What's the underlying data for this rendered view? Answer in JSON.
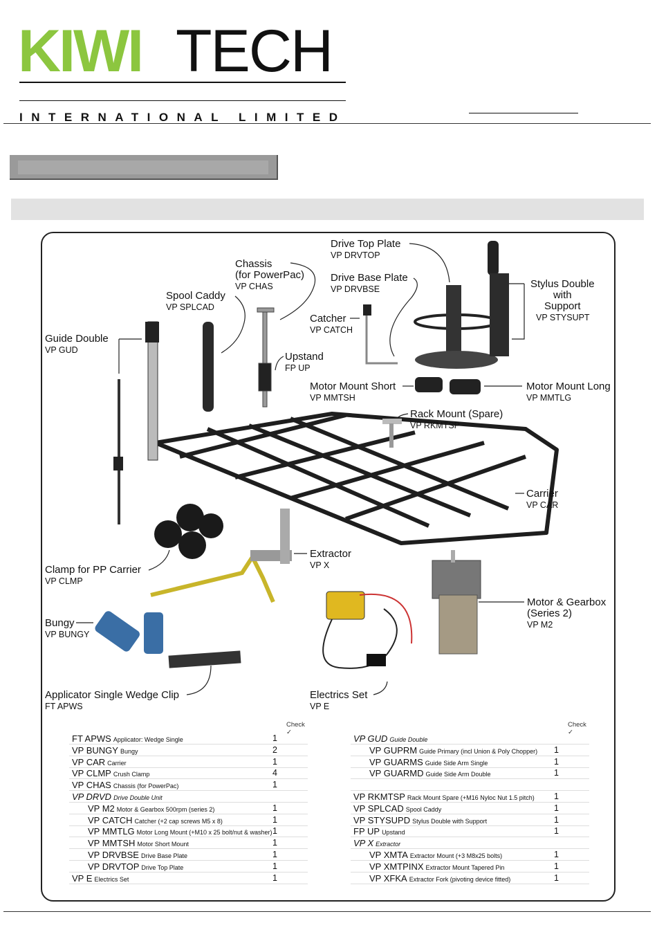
{
  "brand": {
    "logo_left": "KIWI",
    "logo_right": "TECH",
    "subtitle": "INTERNATIONAL LIMITED"
  },
  "parts": [
    {
      "id": "gud",
      "name": "Guide Double",
      "code": "VP GUD"
    },
    {
      "id": "splcad",
      "name": "Spool Caddy",
      "code": "VP SPLCAD"
    },
    {
      "id": "chas",
      "name": "Chassis\n(for PowerPac)",
      "code": "VP CHAS"
    },
    {
      "id": "drvtop",
      "name": "Drive Top Plate",
      "code": "VP DRVTOP"
    },
    {
      "id": "drvbse",
      "name": "Drive Base Plate",
      "code": "VP DRVBSE"
    },
    {
      "id": "stysupt",
      "name": "Stylus Double\nwith\nSupport",
      "code": "VP STYSUPT"
    },
    {
      "id": "catch",
      "name": "Catcher",
      "code": "VP CATCH"
    },
    {
      "id": "up",
      "name": "Upstand",
      "code": "FP UP"
    },
    {
      "id": "mmtsh",
      "name": "Motor Mount Short",
      "code": "VP MMTSH"
    },
    {
      "id": "mmtlg",
      "name": "Motor Mount Long",
      "code": "VP MMTLG"
    },
    {
      "id": "rkmtsp",
      "name": "Rack Mount (Spare)",
      "code": "VP RKMTSP"
    },
    {
      "id": "car",
      "name": "Carrier",
      "code": "VP CAR"
    },
    {
      "id": "x",
      "name": "Extractor",
      "code": "VP X"
    },
    {
      "id": "clmp",
      "name": "Clamp for PP Carrier",
      "code": "VP CLMP"
    },
    {
      "id": "m2",
      "name": "Motor & Gearbox\n(Series 2)",
      "code": "VP M2"
    },
    {
      "id": "bungy",
      "name": "Bungy",
      "code": "VP BUNGY"
    },
    {
      "id": "apws",
      "name": "Applicator Single Wedge Clip",
      "code": "FT APWS"
    },
    {
      "id": "e",
      "name": "Electrics Set",
      "code": "VP E"
    }
  ],
  "check_label": "Check ✓",
  "table_left": [
    {
      "code": "FT APWS",
      "desc": "Applicator: Wedge Single",
      "qty": "1",
      "indent": false,
      "group": false
    },
    {
      "code": "VP BUNGY",
      "desc": "Bungy",
      "qty": "2",
      "indent": false,
      "group": false
    },
    {
      "code": "VP CAR",
      "desc": "Carrier",
      "qty": "1",
      "indent": false,
      "group": false
    },
    {
      "code": "VP CLMP",
      "desc": "Crush Clamp",
      "qty": "4",
      "indent": false,
      "group": false
    },
    {
      "code": "VP CHAS",
      "desc": "Chassis (for PowerPac)",
      "qty": "1",
      "indent": false,
      "group": false
    },
    {
      "code": "VP DRVD",
      "desc": "Drive Double Unit",
      "qty": "",
      "indent": false,
      "group": true
    },
    {
      "code": "VP M2",
      "desc": "Motor & Gearbox 500rpm (series 2)",
      "qty": "1",
      "indent": true,
      "group": false
    },
    {
      "code": "VP CATCH",
      "desc": "Catcher (+2 cap screws M5 x 8)",
      "qty": "1",
      "indent": true,
      "group": false
    },
    {
      "code": "VP MMTLG",
      "desc": "Motor Long Mount (+M10 x 25 bolt/nut & washer)",
      "qty": "1",
      "indent": true,
      "group": false
    },
    {
      "code": "VP MMTSH",
      "desc": "Motor Short Mount",
      "qty": "1",
      "indent": true,
      "group": false
    },
    {
      "code": "VP DRVBSE",
      "desc": "Drive Base Plate",
      "qty": "1",
      "indent": true,
      "group": false
    },
    {
      "code": "VP DRVTOP",
      "desc": "Drive Top Plate",
      "qty": "1",
      "indent": true,
      "group": false
    },
    {
      "code": "VP E",
      "desc": "Electrics Set",
      "qty": "1",
      "indent": false,
      "group": false
    }
  ],
  "table_right": [
    {
      "code": "VP GUD",
      "desc": "Guide Double",
      "qty": "",
      "indent": false,
      "group": true
    },
    {
      "code": "VP GUPRM",
      "desc": "Guide Primary (incl Union & Poly Chopper)",
      "qty": "1",
      "indent": true,
      "group": false
    },
    {
      "code": "VP GUARMS",
      "desc": "Guide Side Arm Single",
      "qty": "1",
      "indent": true,
      "group": false
    },
    {
      "code": "VP GUARMD",
      "desc": "Guide Side Arm Double",
      "qty": "1",
      "indent": true,
      "group": false
    },
    {
      "code": "",
      "desc": "",
      "qty": "",
      "indent": false,
      "group": false
    },
    {
      "code": "VP RKMTSP",
      "desc": "Rack Mount Spare (+M16 Nyloc Nut 1.5 pitch)",
      "qty": "1",
      "indent": false,
      "group": false
    },
    {
      "code": "VP SPLCAD",
      "desc": "Spool Caddy",
      "qty": "1",
      "indent": false,
      "group": false
    },
    {
      "code": "VP STYSUPD",
      "desc": "Stylus Double with Support",
      "qty": "1",
      "indent": false,
      "group": false
    },
    {
      "code": "FP UP",
      "desc": "Upstand",
      "qty": "1",
      "indent": false,
      "group": false
    },
    {
      "code": "VP X",
      "desc": "Extractor",
      "qty": "",
      "indent": false,
      "group": true
    },
    {
      "code": "VP XMTA",
      "desc": "Extractor Mount (+3 M8x25 bolts)",
      "qty": "1",
      "indent": true,
      "group": false
    },
    {
      "code": "VP XMTPINX",
      "desc": "Extractor Mount Tapered Pin",
      "qty": "1",
      "indent": true,
      "group": false
    },
    {
      "code": "VP XFKA",
      "desc": "Extractor Fork (pivoting device fitted)",
      "qty": "1",
      "indent": true,
      "group": false
    }
  ]
}
